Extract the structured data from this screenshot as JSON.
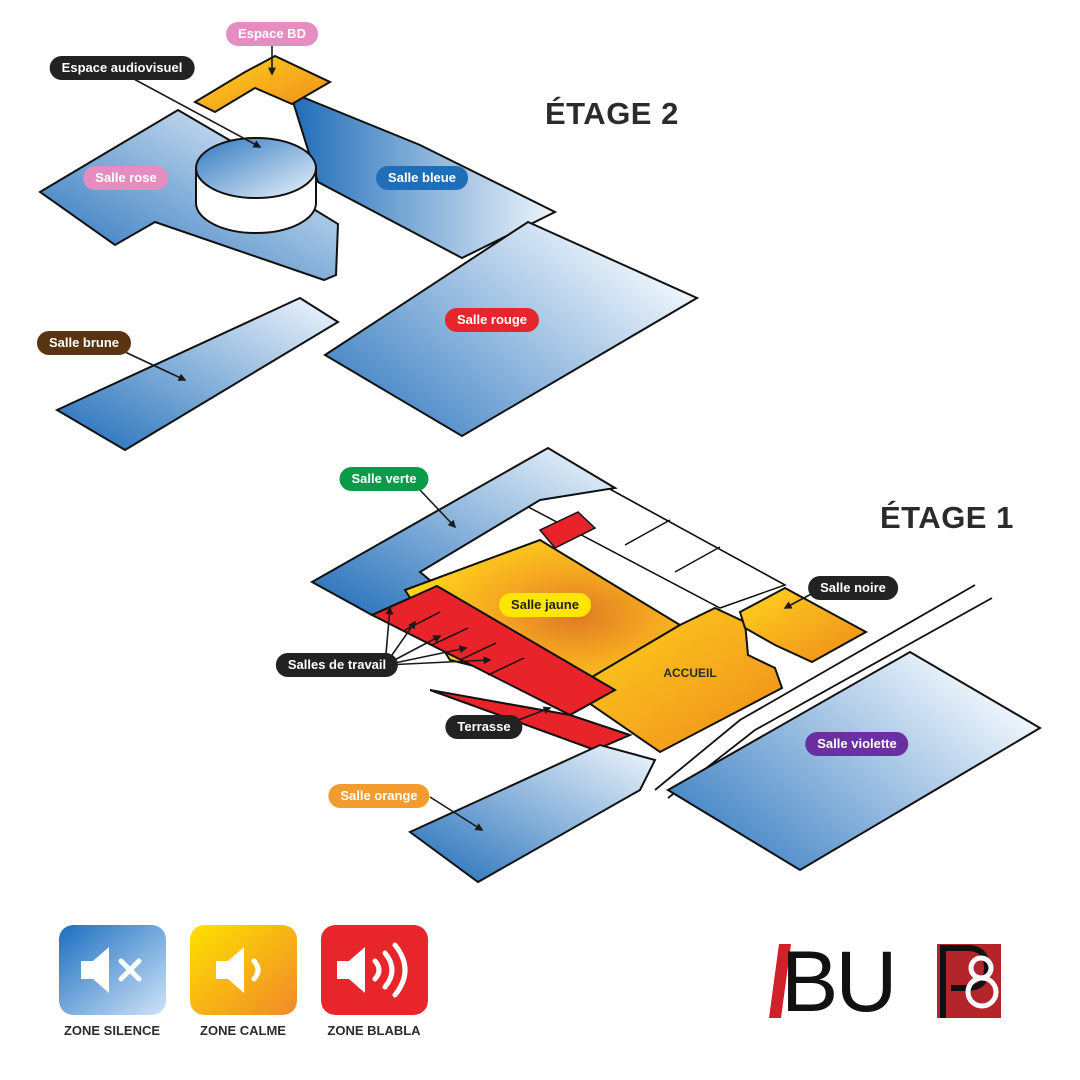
{
  "floors": [
    {
      "id": "etage2",
      "title": "ÉTAGE 2"
    },
    {
      "id": "etage1",
      "title": "ÉTAGE 1"
    }
  ],
  "labels": {
    "espace_bd": {
      "text": "Espace BD",
      "color": "#e58cc0"
    },
    "espace_audiovisuel": {
      "text": "Espace audiovisuel",
      "color": "#222222"
    },
    "salle_rose": {
      "text": "Salle rose",
      "color": "#e58cc0"
    },
    "salle_bleue": {
      "text": "Salle bleue",
      "color": "#1f6fb8"
    },
    "salle_rouge": {
      "text": "Salle rouge",
      "color": "#e5262b"
    },
    "salle_brune": {
      "text": "Salle brune",
      "color": "#5a3410"
    },
    "salle_verte": {
      "text": "Salle verte",
      "color": "#0a9a48"
    },
    "salle_jaune": {
      "text": "Salle jaune",
      "color": "#ffe600",
      "text_color": "#222222"
    },
    "salle_noire": {
      "text": "Salle noire",
      "color": "#222222"
    },
    "salles_de_travail": {
      "text": "Salles de travail",
      "color": "#222222"
    },
    "terrasse": {
      "text": "Terrasse",
      "color": "#222222"
    },
    "salle_violette": {
      "text": "Salle violette",
      "color": "#6a2fa0"
    },
    "salle_orange": {
      "text": "Salle orange",
      "color": "#f29b2e"
    },
    "accueil": {
      "text": "ACCUEIL"
    }
  },
  "legend": [
    {
      "label": "ZONE SILENCE",
      "icon": "speaker-muted-icon",
      "color_a": "#1b6fc0",
      "color_b": "#cfe3f7"
    },
    {
      "label": "ZONE CALME",
      "icon": "speaker-low-icon",
      "color_a": "#ffe000",
      "color_b": "#f0892a"
    },
    {
      "label": "ZONE BLABLA",
      "icon": "speaker-loud-icon",
      "color_a": "#e8252b",
      "color_b": "#e8252b"
    }
  ],
  "logo": {
    "text": "BU",
    "slash_color": "#d0202a",
    "mark_color": "#b3242b"
  },
  "colors": {
    "silence_dark": "#1e6cb8",
    "silence_light": "#eef5fc",
    "calme_yellow": "#ffd61a",
    "calme_orange": "#ef8a1c",
    "blabla_red": "#e8232a"
  }
}
